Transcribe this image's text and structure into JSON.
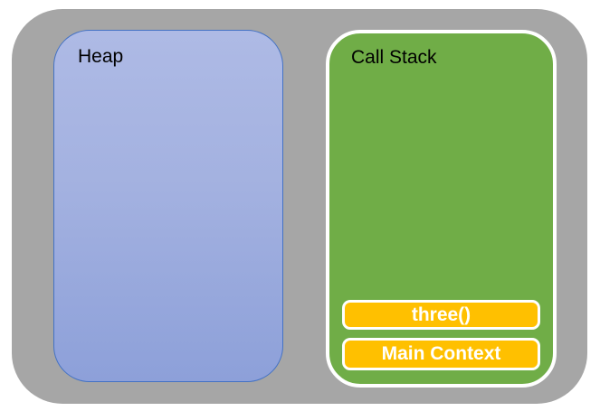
{
  "diagram": {
    "heap": {
      "label": "Heap"
    },
    "call_stack": {
      "label": "Call Stack",
      "frames": [
        {
          "label": "three()"
        },
        {
          "label": "Main Context"
        }
      ]
    },
    "colors": {
      "container_gray": "#a6a6a6",
      "heap_fill_top": "#aebae5",
      "heap_fill_bottom": "#8da0d9",
      "heap_border": "#4472c4",
      "stack_green": "#70ad47",
      "box_border_white": "#ffffff",
      "frame_gold": "#ffc000",
      "frame_text": "#ffffff",
      "label_text": "#000000"
    }
  }
}
